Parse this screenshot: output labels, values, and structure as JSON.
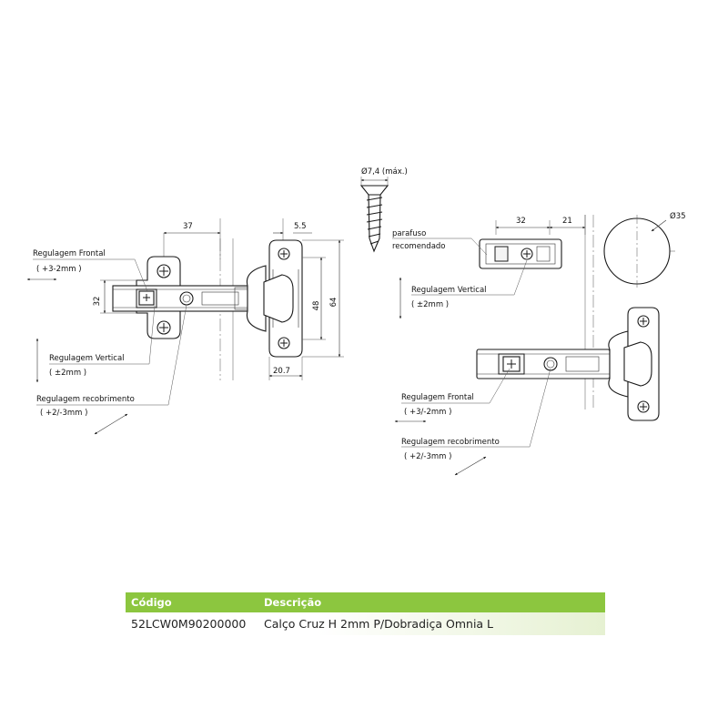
{
  "left_view": {
    "dims": {
      "top_left": "37",
      "top_right": "5.5",
      "left_side": "32",
      "right_inner": "48",
      "right_outer": "64",
      "bottom": "20.7"
    },
    "labels": {
      "frontal_title": "Regulagem Frontal",
      "frontal_range": "( +3-2mm     )",
      "vertical_title": "Regulagem Vertical",
      "vertical_range": "( ±2mm      )",
      "overlay_title": "Regulagem recobrimento",
      "overlay_range": "( +2/-3mm     )"
    }
  },
  "screw_view": {
    "diameter": "Ø7,4 (máx.)"
  },
  "right_view": {
    "dims": {
      "top_left": "32",
      "top_right": "21",
      "cup_diameter": "Ø35"
    },
    "labels": {
      "screw_title_1": "parafuso",
      "screw_title_2": "recomendado",
      "vertical_title": "Regulagem Vertical",
      "vertical_range": "( ±2mm      )",
      "frontal_title": "Regulagem Frontal",
      "frontal_range": "( +3/-2mm     )",
      "overlay_title": "Regulagem recobrimento",
      "overlay_range": "( +2/-3mm     )"
    }
  },
  "table": {
    "headers": [
      "Código",
      "Descrição"
    ],
    "rows": [
      [
        "52LCW0M90200000",
        "Calço Cruz H 2mm P/Dobradiça Omnia L"
      ]
    ]
  },
  "colors": {
    "header_green": "#8cc63f",
    "row_tint": "#e6f1d2"
  }
}
